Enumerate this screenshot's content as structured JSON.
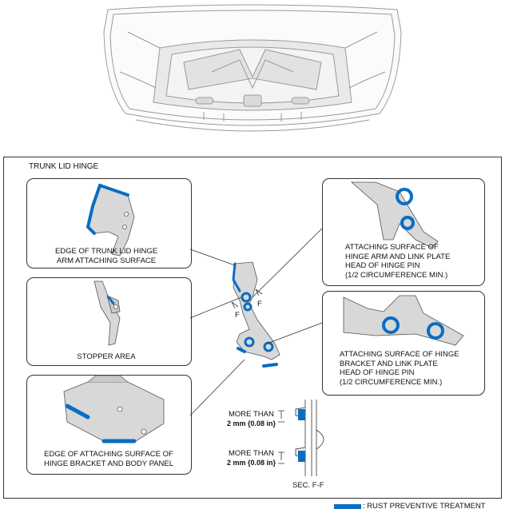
{
  "diagram": {
    "title": "TRUNK LID HINGE",
    "callouts": {
      "arm_edge": "EDGE OF TRUNK LID HINGE\nARM ATTACHING SURFACE",
      "stopper": "STOPPER AREA",
      "bracket_edge": "EDGE OF ATTACHING SURFACE OF\nHINGE BRACKET AND BODY PANEL",
      "arm_link": "ATTACHING SURFACE OF\nHINGE ARM AND LINK PLATE\nHEAD OF HINGE PIN\n(1/2 CIRCUMFERENCE MIN.)",
      "bracket_link": "ATTACHING SURFACE OF HINGE\nBRACKET AND LINK PLATE\nHEAD OF HINGE PIN\n(1/2 CIRCUMFERENCE MIN.)"
    },
    "section_marks": {
      "left": "F",
      "right": "F"
    },
    "section": {
      "upper_label_1": "MORE THAN",
      "upper_label_2": "2 mm {0.08 in}",
      "lower_label_1": "MORE THAN",
      "lower_label_2": "2 mm {0.08 in}",
      "caption": "SEC. F-F"
    },
    "legend": {
      "label": ": RUST PREVENTIVE TREATMENT",
      "color": "#0a6dc2"
    }
  }
}
